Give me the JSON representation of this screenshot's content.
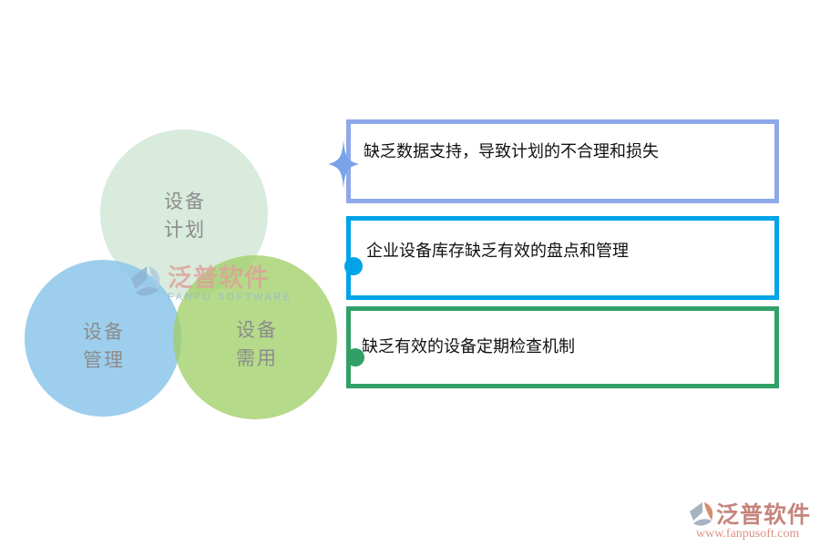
{
  "diagram": {
    "type": "venn-with-callouts",
    "circles": [
      {
        "name": "equipment-plan",
        "line1": "设备",
        "line2": "计划",
        "fill": "#d8ebdd",
        "text_color": "#8c8c8c"
      },
      {
        "name": "equipment-manage",
        "line1": "设备",
        "line2": "管理",
        "fill": "#a3ceed",
        "text_color": "#8c8c8c"
      },
      {
        "name": "equipment-need",
        "line1": "设备",
        "line2": "需用",
        "fill": "#b5db8e",
        "text_color": "#8c8c8c"
      }
    ],
    "callouts": [
      {
        "text": "缺乏数据支持，导致计划的不合理和损失",
        "border_color": "#8ea9ea",
        "marker": "four-point-star",
        "marker_color": "#7ba3e8"
      },
      {
        "text": "企业设备库存缺乏有效的盘点和管理",
        "border_color": "#00a3e8",
        "marker": "dot",
        "marker_color": "#00a3e8"
      },
      {
        "text": "缺乏有效的设备定期检查机制",
        "border_color": "#31a068",
        "marker": "dot",
        "marker_color": "#31a068"
      }
    ]
  },
  "watermark": {
    "brand": "泛普软件",
    "latin": "FANPU SOFTWARE"
  },
  "footer": {
    "brand": "泛普软件",
    "url": "www.fanpusoft.com"
  }
}
